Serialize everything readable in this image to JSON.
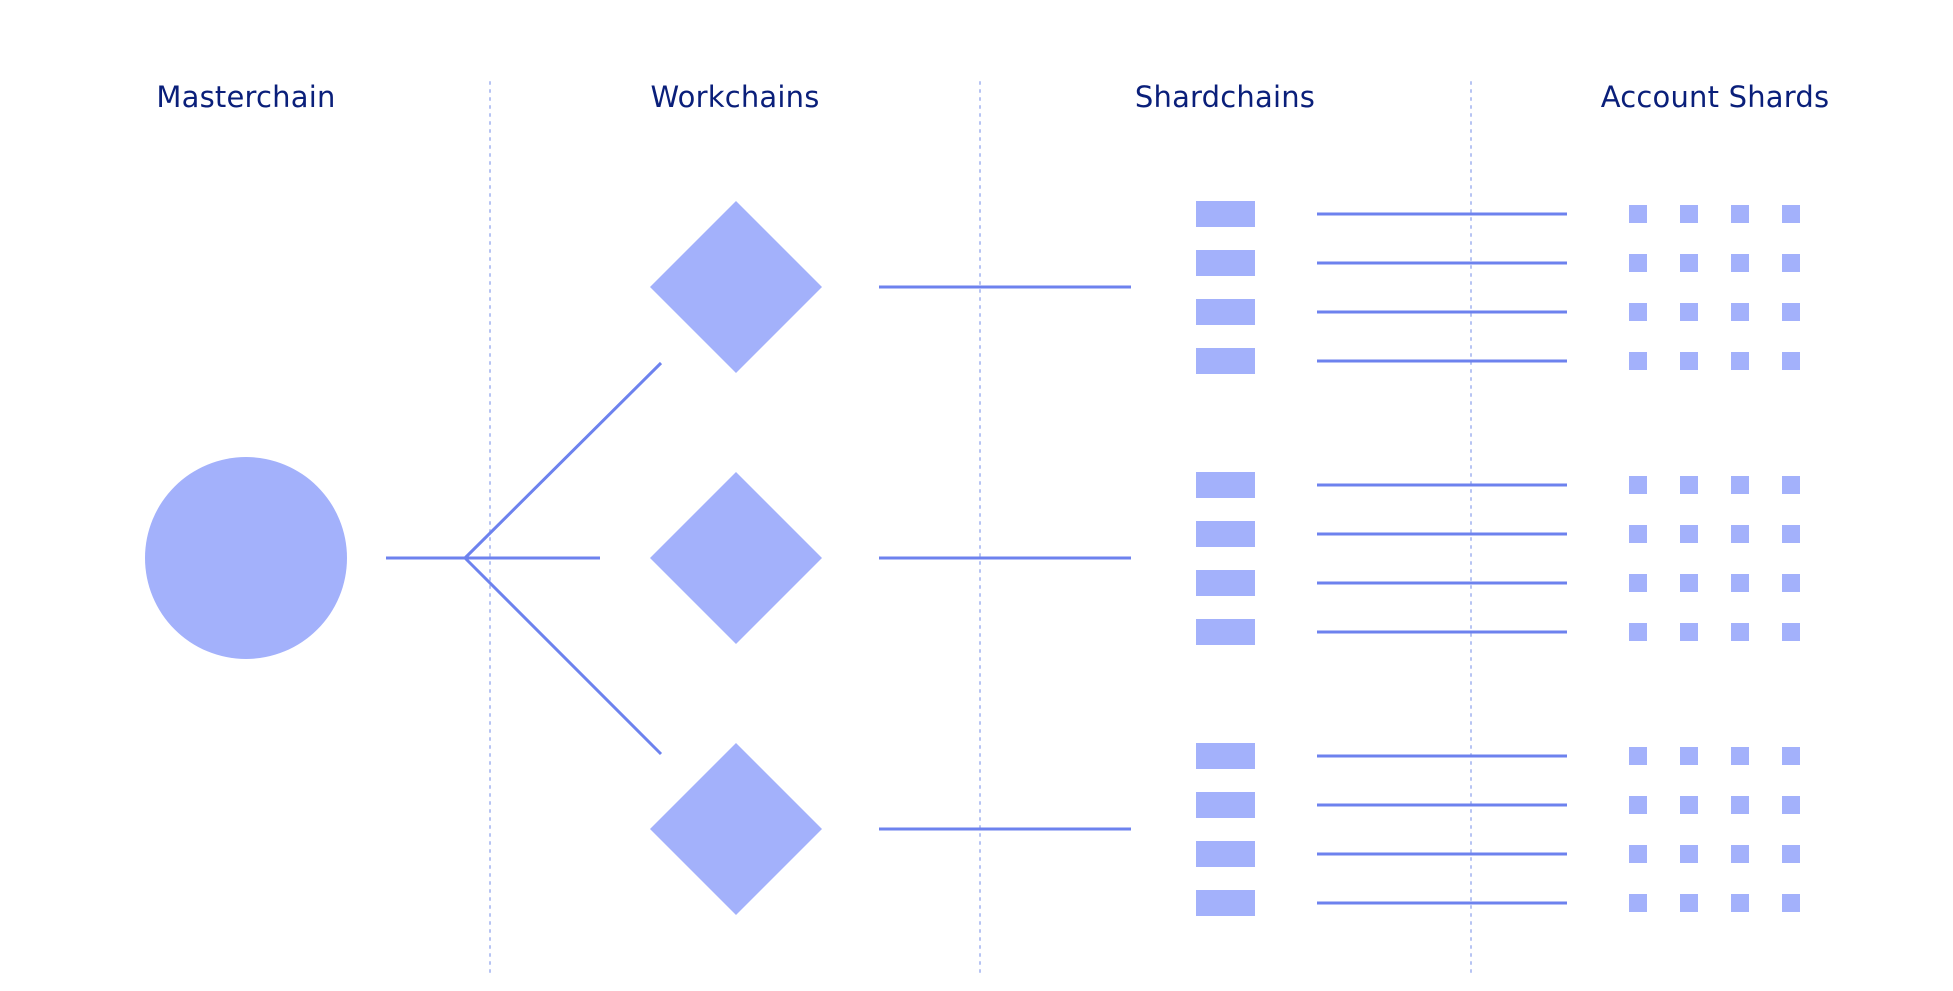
{
  "columns": [
    "Masterchain",
    "Workchains",
    "Shardchains",
    "Account Shards"
  ],
  "colors": {
    "shape_fill": "#a3b1fb",
    "line": "#6d82ee",
    "divider": "#b7c4f3",
    "title_text": "#0a1f7a",
    "background": "#ffffff"
  },
  "structure": {
    "masterchain_count": 1,
    "workchain_count": 3,
    "shardchains_per_workchain": 4,
    "account_shards_per_shardchain": 4
  }
}
